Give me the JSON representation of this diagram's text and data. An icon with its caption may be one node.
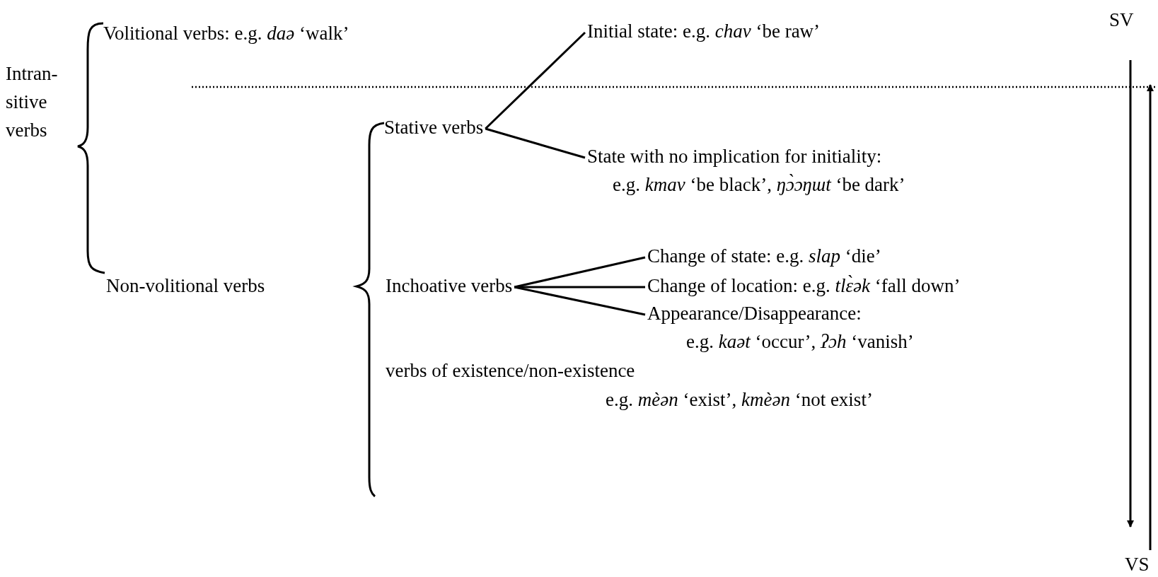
{
  "diagram": {
    "nodes": [
      {
        "text": [
          "Initial state: e.g. *chav* ‘be raw’"
        ]
      },
      {
        "text": [
          "Stative verbs"
        ]
      },
      {
        "text": [
          "State with no implication for initiality:",
          "e.g. *kmav* ‘be black’, *ŋɔ̀ɔŋɯt* ‘be dark’"
        ]
      },
      {
        "text": [
          "Change of state: e.g. *slap* ‘die’"
        ]
      },
      {
        "text": [
          "Inchoative verbs"
        ]
      },
      {
        "text": [
          "Change of location: e.g. *tlɛ̀ək* ‘fall down’"
        ]
      },
      {
        "text": [
          "Appearance/Disappearance:",
          "e.g. *kaət* ‘occur’, *ʔɔh* ‘vanish’"
        ]
      }
    ],
    "edges": [
      {
        "from": 1,
        "to": 0,
        "arrow": "none"
      },
      {
        "from": 1,
        "to": 2,
        "arrow": "none"
      },
      {
        "from": 4,
        "to": 3,
        "arrow": "none"
      },
      {
        "from": 4,
        "to": 5,
        "arrow": "none"
      },
      {
        "from": 4,
        "to": 6,
        "arrow": "none"
      }
    ],
    "labels": [
      "SV",
      "Intran- sitive verbs",
      "Volitional verbs: e.g. *daə* ‘walk’",
      "Non-volitional verbs",
      "verbs of existence/non-existence",
      "e.g. *mèən* ‘exist’, *kmèən* ‘not exist’",
      "VS"
    ]
  }
}
